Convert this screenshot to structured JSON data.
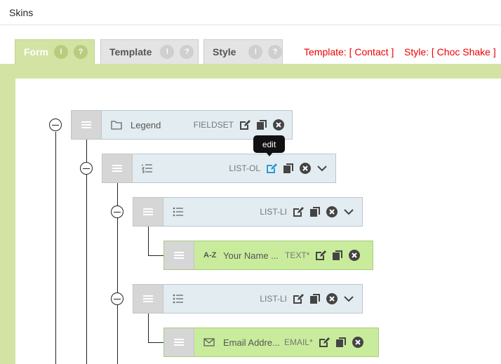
{
  "page_title": "Skins",
  "tabs": [
    {
      "label": "Form",
      "info": "!",
      "help": "?"
    },
    {
      "label": "Template",
      "info": "!",
      "help": "?"
    },
    {
      "label": "Style",
      "info": "!",
      "help": "?"
    }
  ],
  "status": {
    "template_text": "Template: [ Contact ]",
    "style_text": "Style: [ Choc Shake ]"
  },
  "tooltip": "edit",
  "tree": [
    {
      "type_icon": "folder-icon",
      "label": "Legend",
      "tag": "FIELDSET"
    },
    {
      "type_icon": "ordered-list-icon",
      "label": "",
      "tag": "LIST-OL"
    },
    {
      "type_icon": "unordered-list-icon",
      "label": "",
      "tag": "LIST-LI"
    },
    {
      "type_icon": "az-icon",
      "label": "Your Name ...",
      "tag": "TEXT*"
    },
    {
      "type_icon": "unordered-list-icon",
      "label": "",
      "tag": "LIST-LI"
    },
    {
      "type_icon": "envelope-icon",
      "label": "Email Addre...",
      "tag": "EMAIL*"
    }
  ],
  "colors": {
    "accent_band": "#d3e3a3",
    "node_blue": "#e3edf1",
    "node_green": "#c9ec9c",
    "status_red": "#e00000",
    "edit_active": "#2a9bd8"
  }
}
